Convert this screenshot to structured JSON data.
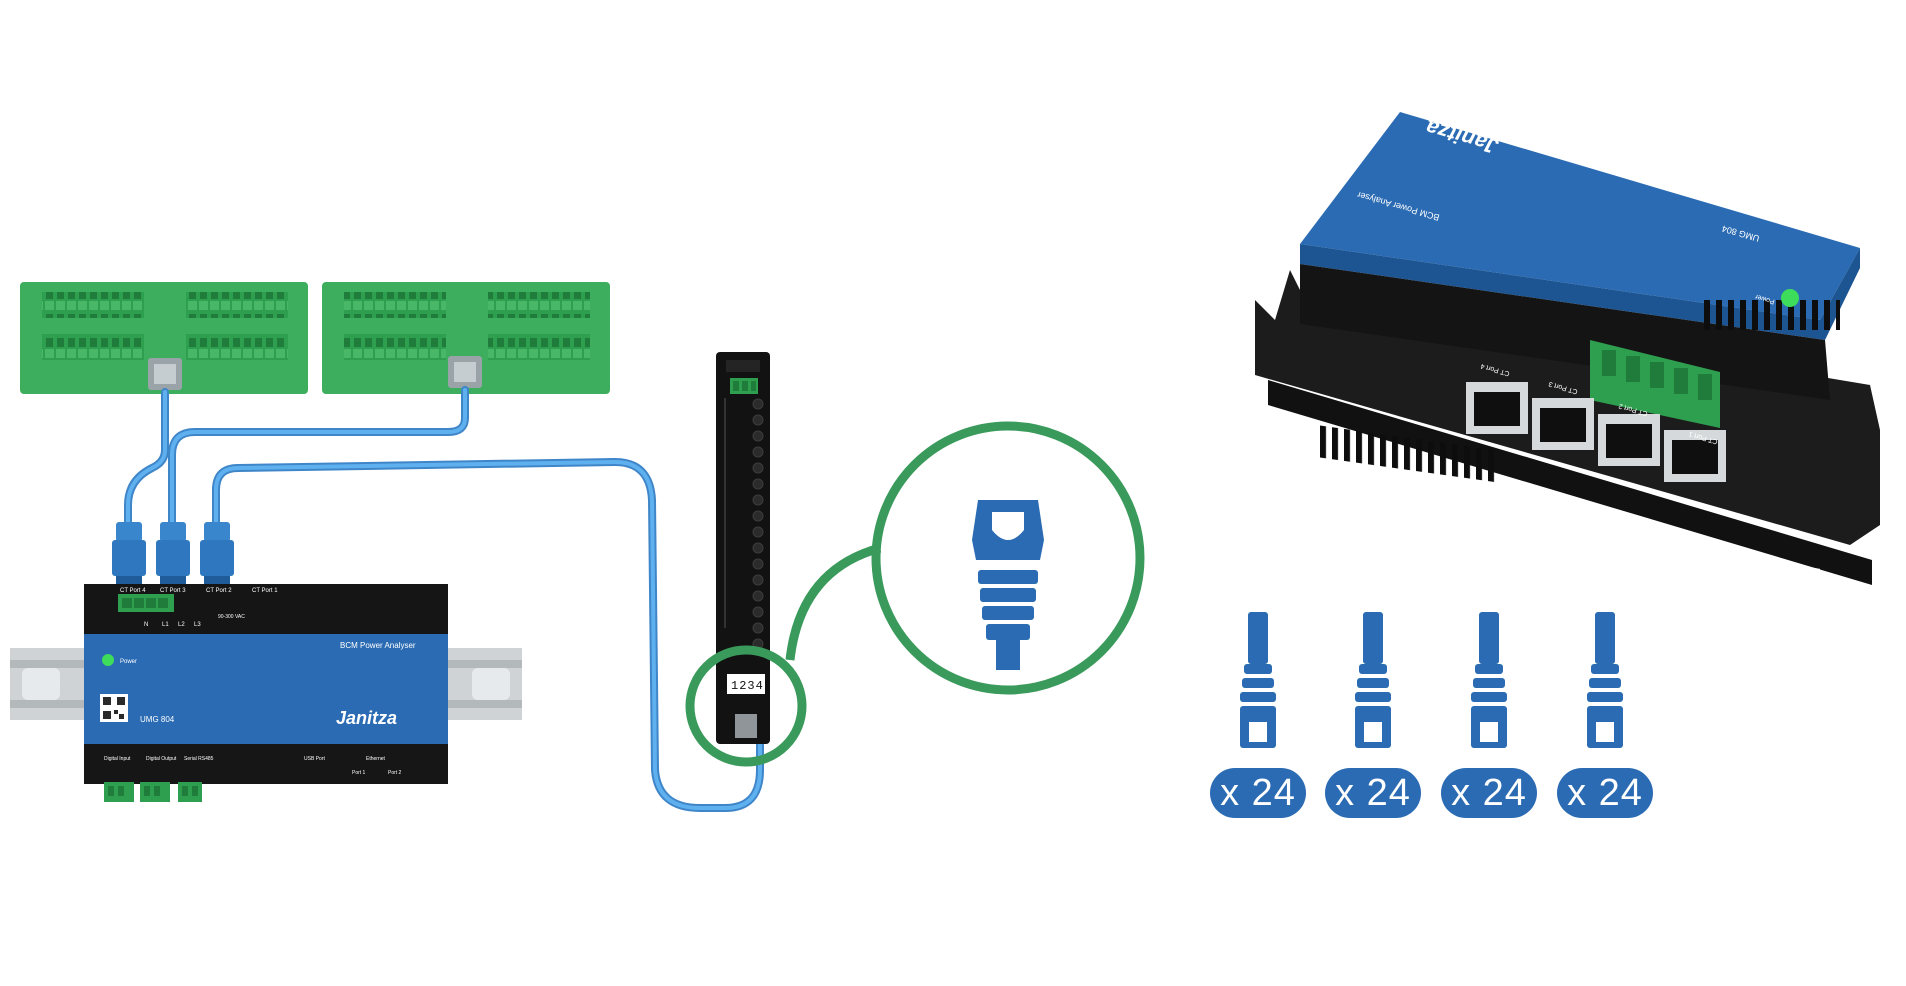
{
  "colors": {
    "terminal_green": "#2e9f4f",
    "board_green": "#3dad5e",
    "cable_blue": "#4b9be0",
    "device_blue": "#2a6bb3",
    "device_black": "#1a1a1a",
    "highlight_green": "#3a9a5b",
    "din_rail": "#cfd3d6"
  },
  "device_left": {
    "brand": "Janitza",
    "model": "UMG 804",
    "product_line": "BCM Power Analyser",
    "power_label": "Power",
    "ct_ports": [
      "CT Port 4",
      "CT Port 3",
      "CT Port 2",
      "CT Port 1"
    ],
    "terminal_labels": [
      "N",
      "L1",
      "L2",
      "L3"
    ],
    "rating_label": "90-300 VAC",
    "bottom_labels": {
      "digital_input": "Digital Input",
      "digital_output": "Digital Output",
      "serial": "Serial RS485",
      "usb": "USB Port",
      "ethernet": "Ethernet",
      "port1": "Port 1",
      "port2": "Port 2"
    }
  },
  "device_right": {
    "brand": "Janitza",
    "model": "UMG 804",
    "product_line": "BCM Power Analyser",
    "power_label": "Power",
    "ct_ports": [
      "CT Port 4",
      "CT Port 3",
      "CT Port 2",
      "CT Port 1"
    ]
  },
  "sensor_strip": {
    "counter_digits": "1234"
  },
  "connector_quantities": [
    "x 24",
    "x 24",
    "x 24",
    "x 24"
  ],
  "icons": [
    "rj45-connector-icon"
  ]
}
